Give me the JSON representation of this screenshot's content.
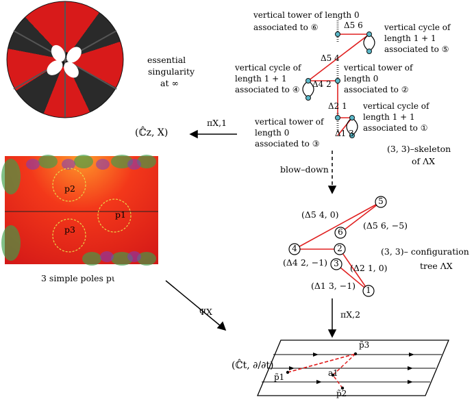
{
  "labels": {
    "essential": "essential",
    "singularity": "singularity",
    "at_inf": "at ∞",
    "cz_x": "(ℂ̂z, X)",
    "pi_x1": "πX,1",
    "blow_down": "blow–down",
    "skeleton_1": "(3, 3)–skeleton",
    "skeleton_2": "of ΛX",
    "config_1": "(3, 3)– configuration",
    "config_2": "tree ΛX",
    "simple_poles": "3 simple poles pι",
    "psi_x": "ΨX",
    "pi_x2": "πX,2",
    "ct_label": "(ℂ̂t, ∂/∂t)"
  },
  "skeleton": {
    "tower6": [
      "vertical tower of length 0",
      "associated to ⑥"
    ],
    "cycle5": [
      "vertical cycle of",
      "length 1 + 1",
      "associated to ⑤"
    ],
    "cycle4": [
      "vertical cycle of",
      "length 1 + 1",
      "associated to ④"
    ],
    "tower2": [
      "vertical tower of",
      "length 0",
      "associated to ②"
    ],
    "cycle1": [
      "vertical cycle of",
      "length 1 + 1",
      "associated to ①"
    ],
    "tower3": [
      "vertical tower of",
      "length 0",
      "associated to ③"
    ],
    "d56": "Δ5 6",
    "d54": "Δ5 4",
    "d42": "Δ4 2",
    "d21": "Δ2 1",
    "d13": "Δ1 3"
  },
  "tree": {
    "nodes": [
      "5",
      "6",
      "4",
      "2",
      "3",
      "1"
    ],
    "edges": [
      "(Δ5 4, 0)",
      "(Δ5 6, −5)",
      "(Δ4 2, −1)",
      "(Δ2 1, 0)",
      "(Δ1 3, −1)"
    ]
  },
  "poles": [
    "p2",
    "p1",
    "p3"
  ],
  "strip_points": [
    "p̃3",
    "p̃1",
    "a1",
    "p̃2"
  ],
  "colors": {
    "edge": "#e02020",
    "vertex": "#5ab8c9",
    "plane": "#e8271c"
  }
}
